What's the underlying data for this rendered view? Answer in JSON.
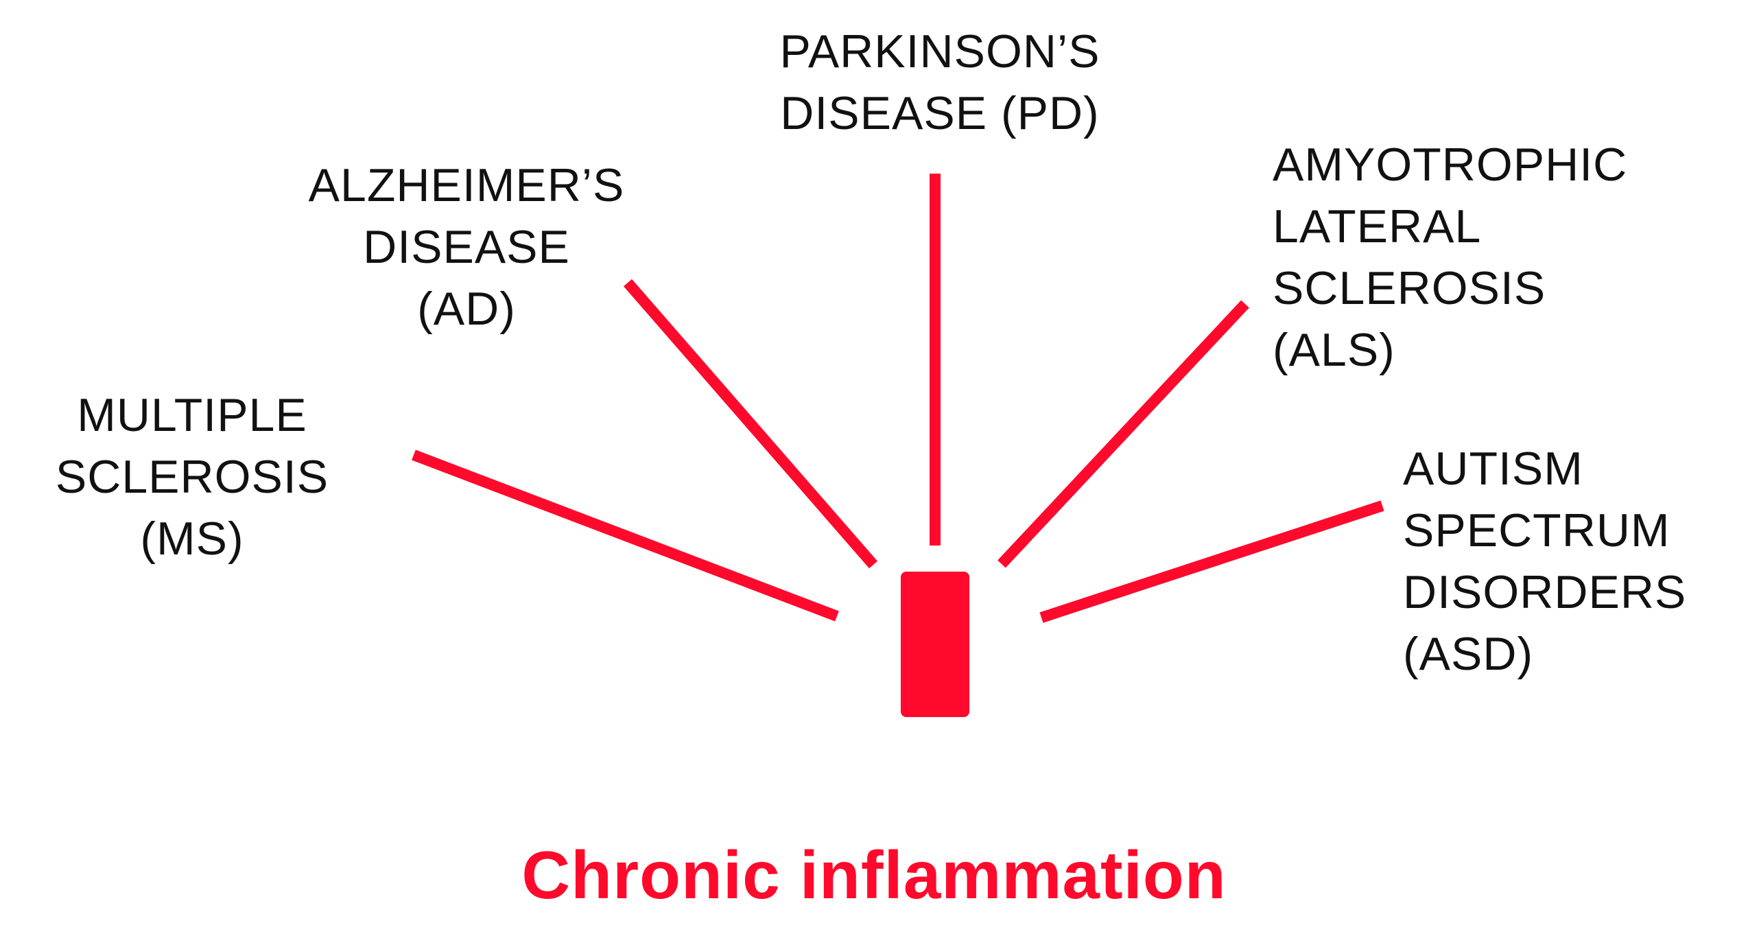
{
  "colors": {
    "accent": "#ff0a2c",
    "text": "#111111",
    "background": "#ffffff"
  },
  "diseases": {
    "ms": {
      "lines": [
        "MULTIPLE",
        "SCLEROSIS",
        "(MS)"
      ]
    },
    "ad": {
      "lines": [
        "ALZHEIMER’S",
        "DISEASE",
        "(AD)"
      ]
    },
    "pd": {
      "lines": [
        "PARKINSON’S",
        "DISEASE (PD)"
      ]
    },
    "als": {
      "lines": [
        "AMYOTROPHIC",
        "LATERAL",
        "SCLEROSIS",
        "(ALS)"
      ]
    },
    "asd": {
      "lines": [
        "AUTISM",
        "SPECTRUM",
        "DISORDERS",
        "(ASD)"
      ]
    }
  },
  "hub": {
    "caption": "Chronic inflammation"
  }
}
